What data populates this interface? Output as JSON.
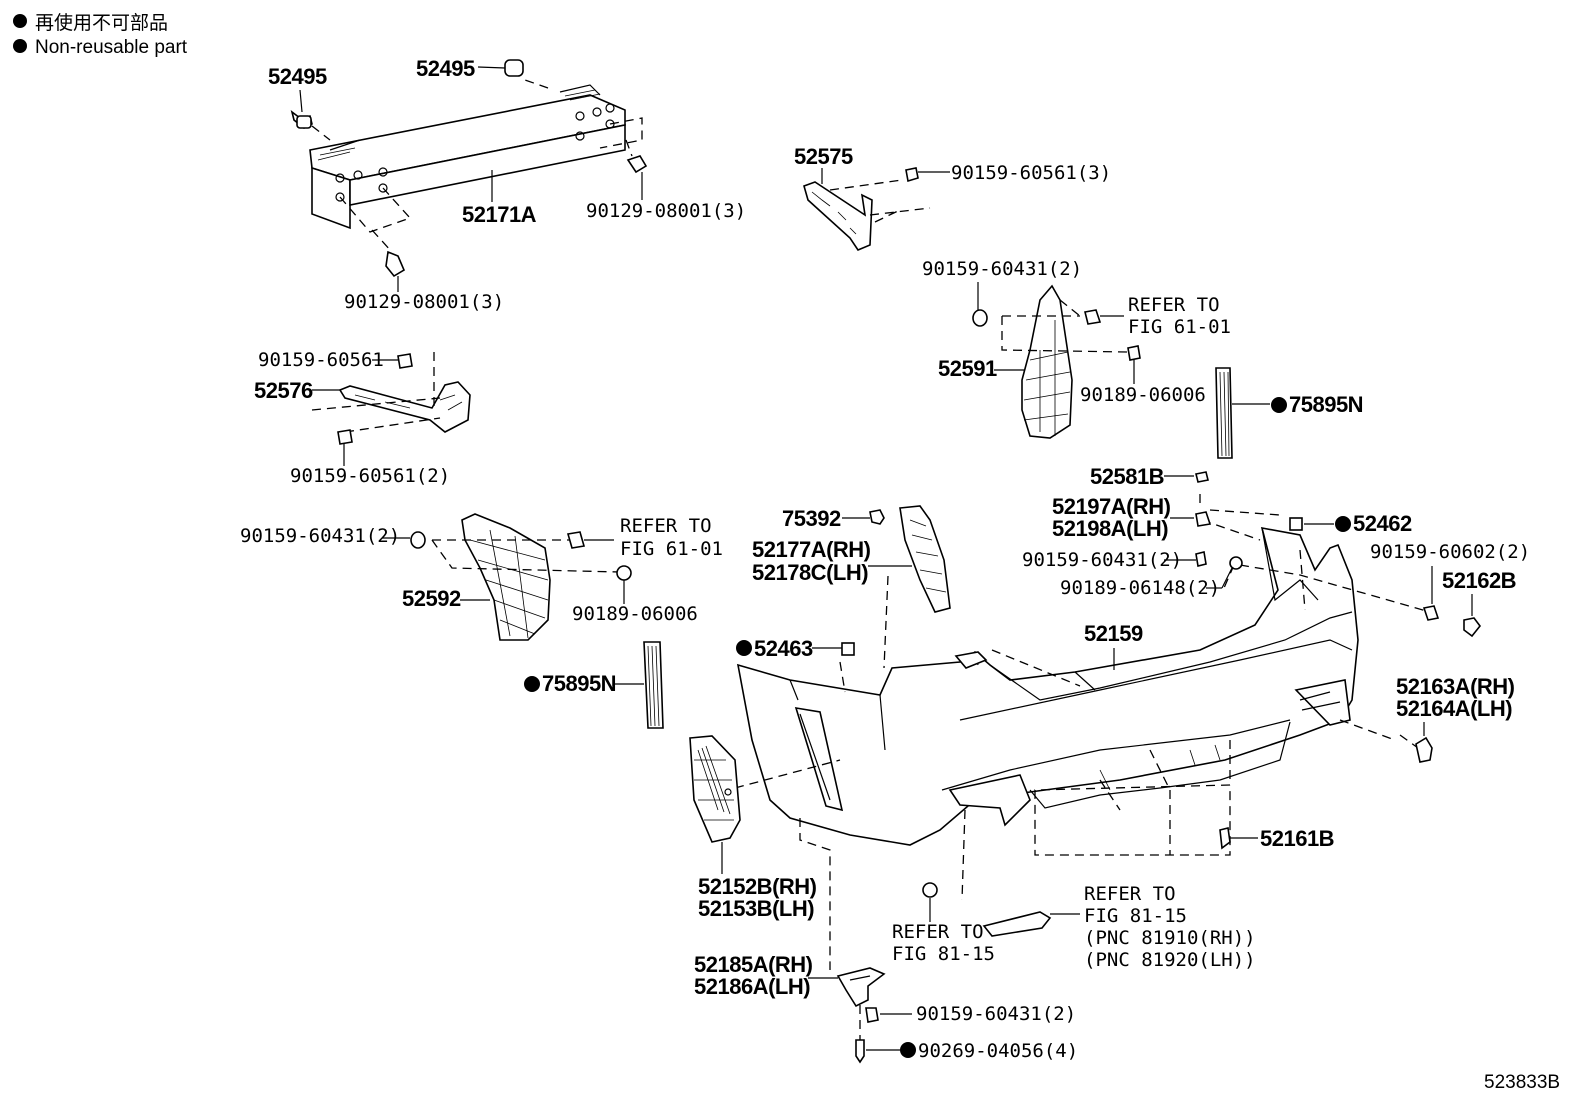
{
  "legend": {
    "line1": "再使用不可部品",
    "line2": "Non-reusable part"
  },
  "diagram_id": "523833B",
  "labels": {
    "p52495a": "52495",
    "p52495b": "52495",
    "p52171A": "52171A",
    "p90129_a": "90129-08001(3)",
    "p90129_b": "90129-08001(3)",
    "p52575": "52575",
    "p90159_60561_3": "90159-60561(3)",
    "p90159_60561": "90159-60561",
    "p52576": "52576",
    "p90159_60561_2": "90159-60561(2)",
    "p90159_60431_2a": "90159-60431(2)",
    "refer_61_01a_1": "REFER TO",
    "refer_61_01a_2": "FIG 61-01",
    "p52591": "52591",
    "p90189_06006a": "90189-06006",
    "p75895N_a": "75895N",
    "p90159_60431_2b": "90159-60431(2)",
    "refer_61_01b_1": "REFER TO",
    "refer_61_01b_2": "FIG 61-01",
    "p52592": "52592",
    "p90189_06006b": "90189-06006",
    "p75895N_b": "75895N",
    "p52581B": "52581B",
    "p52197A": "52197A(RH)",
    "p52198A": "52198A(LH)",
    "p52462": "52462",
    "p90159_60431_2c": "90159-60431(2)",
    "p90159_60602_2": "90159-60602(2)",
    "p90189_06148_2": "90189-06148(2)",
    "p52162B": "52162B",
    "p75392": "75392",
    "p52177A": "52177A(RH)",
    "p52178C": "52178C(LH)",
    "p52463": "52463",
    "p52159": "52159",
    "p52163A": "52163A(RH)",
    "p52164A": "52164A(LH)",
    "p52161B": "52161B",
    "p52152B": "52152B(RH)",
    "p52153B": "52153B(LH)",
    "refer_81_15a_1": "REFER TO",
    "refer_81_15a_2": "FIG 81-15",
    "refer_81_15b_1": "REFER TO",
    "refer_81_15b_2": "FIG 81-15",
    "pnc_81910": "(PNC 81910(RH))",
    "pnc_81920": "(PNC 81920(LH))",
    "p52185A": "52185A(RH)",
    "p52186A": "52186A(LH)",
    "p90159_60431_2d": "90159-60431(2)",
    "p90269_04056_4": "90269-04056(4)"
  }
}
